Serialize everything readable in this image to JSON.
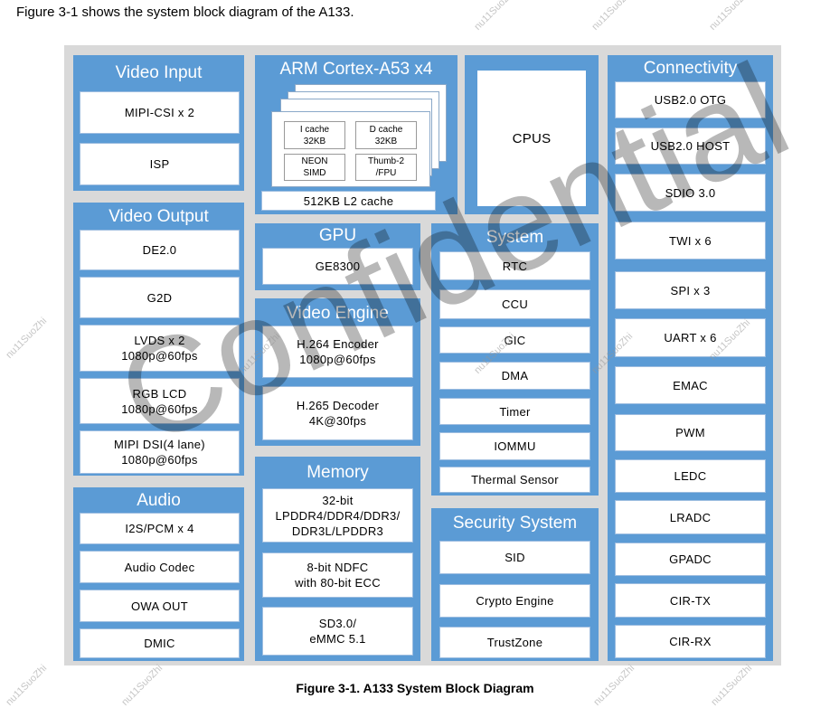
{
  "intro_text": "Figure 3-1 shows the system block diagram of the A133.",
  "caption": "Figure 3-1. A133 System Block Diagram",
  "watermark": "Confidential",
  "watermark_small": "nu11SuoZhi",
  "colors": {
    "panel": "#5b9bd5",
    "frame": "#d9d9d9"
  },
  "video_input": {
    "title": "Video Input",
    "items": [
      "MIPI-CSI x 2",
      "ISP"
    ]
  },
  "video_output": {
    "title": "Video Output",
    "items": [
      "DE2.0",
      "G2D",
      "LVDS x 2\n1080p@60fps",
      "RGB  LCD\n1080p@60fps",
      "MIPI DSI(4 lane)\n1080p@60fps"
    ]
  },
  "audio": {
    "title": "Audio",
    "items": [
      "I2S/PCM x 4",
      "Audio Codec",
      "OWA OUT",
      "DMIC"
    ]
  },
  "arm": {
    "title": "ARM Cortex-A53 x4",
    "cells": [
      "I cache\n32KB",
      "D cache\n32KB",
      "NEON\nSIMD",
      "Thumb-2\n/FPU"
    ],
    "l2": "512KB L2 cache"
  },
  "cpus": {
    "label": "CPUS"
  },
  "gpu": {
    "title": "GPU",
    "items": [
      "GE8300"
    ]
  },
  "video_engine": {
    "title": "Video Engine",
    "items": [
      "H.264 Encoder\n1080p@60fps",
      "H.265 Decoder\n4K@30fps"
    ]
  },
  "memory": {
    "title": "Memory",
    "items": [
      "32-bit\nLPDDR4/DDR4/DDR3/\nDDR3L/LPDDR3",
      "8-bit NDFC\nwith 80-bit ECC",
      "SD3.0/\neMMC 5.1"
    ]
  },
  "system": {
    "title": "System",
    "items": [
      "RTC",
      "CCU",
      "GIC",
      "DMA",
      "Timer",
      "IOMMU",
      "Thermal Sensor"
    ]
  },
  "security": {
    "title": "Security System",
    "items": [
      "SID",
      "Crypto Engine",
      "TrustZone"
    ]
  },
  "connectivity": {
    "title": "Connectivity",
    "items": [
      "USB2.0 OTG",
      "USB2.0 HOST",
      "SDIO 3.0",
      "TWI x 6",
      "SPI x 3",
      "UART x 6",
      "EMAC",
      "PWM",
      "LEDC",
      "LRADC",
      "GPADC",
      "CIR-TX",
      "CIR-RX"
    ]
  }
}
